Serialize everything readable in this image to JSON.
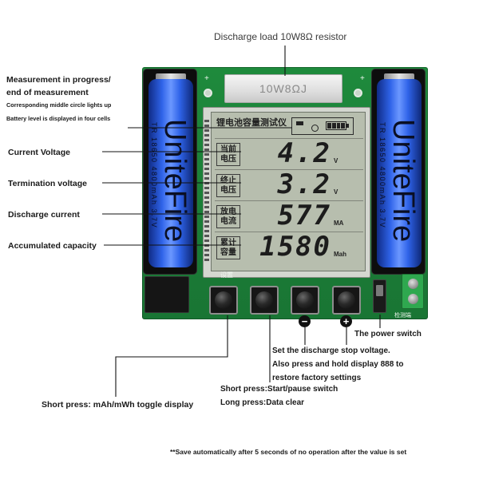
{
  "annotations": {
    "resistor": "Discharge load 10W8Ω resistor",
    "measurement_status_line1": "Measurement in progress/",
    "measurement_status_line2": "end of measurement",
    "measurement_status_note1": "Corresponding middle circle lights up",
    "measurement_status_note2": "Battery level is displayed in four cells",
    "current_voltage": "Current Voltage",
    "termination_voltage": "Termination voltage",
    "discharge_current": "Discharge current",
    "accumulated_capacity": "Accumulated capacity",
    "power_switch": "The power switch",
    "stop_voltage_line1": "Set the discharge stop voltage.",
    "stop_voltage_line2": "Also press and hold display 888 to",
    "stop_voltage_line3": "restore factory settings",
    "start_button_line1": "Short press:Start/pause switch",
    "start_button_line2": "Long press:Data clear",
    "toggle_button": "Short press: mAh/mWh toggle display",
    "footnote": "**Save automatically after 5 seconds of no operation after the value is set"
  },
  "board": {
    "resistor_marking": "10W8ΩJ",
    "battery_brand": "UniteFire",
    "battery_spec": "TR 18650 4800mAh 3.7V",
    "plus_mark": "+",
    "set_button_label": "设置",
    "minus_key_symbol": "−",
    "plus_key_symbol": "+",
    "test_port_label": "检测端"
  },
  "lcd": {
    "title": "锂电池容量测试仪",
    "battery_level_cells": 4,
    "rows": [
      {
        "label_line1": "当前",
        "label_line2": "电压",
        "value": "4.2",
        "unit": "V"
      },
      {
        "label_line1": "终止",
        "label_line2": "电压",
        "value": "3.2",
        "unit": "V"
      },
      {
        "label_line1": "放电",
        "label_line2": "电流",
        "value": "577",
        "unit": "MA"
      },
      {
        "label_line1": "累计",
        "label_line2": "容量",
        "value": "1580",
        "unit": "Mah"
      }
    ]
  },
  "icons": {
    "discharge_indicator": "discharge-indicator-icon",
    "measurement_end_indicator": "measurement-end-circle-icon",
    "battery_level": "battery-level-icon"
  },
  "colors": {
    "pcb_green": "#1e8a3c",
    "battery_blue": "#2f63e8",
    "lcd_screen": "#b7beae",
    "terminal_green": "#2fa84f"
  }
}
